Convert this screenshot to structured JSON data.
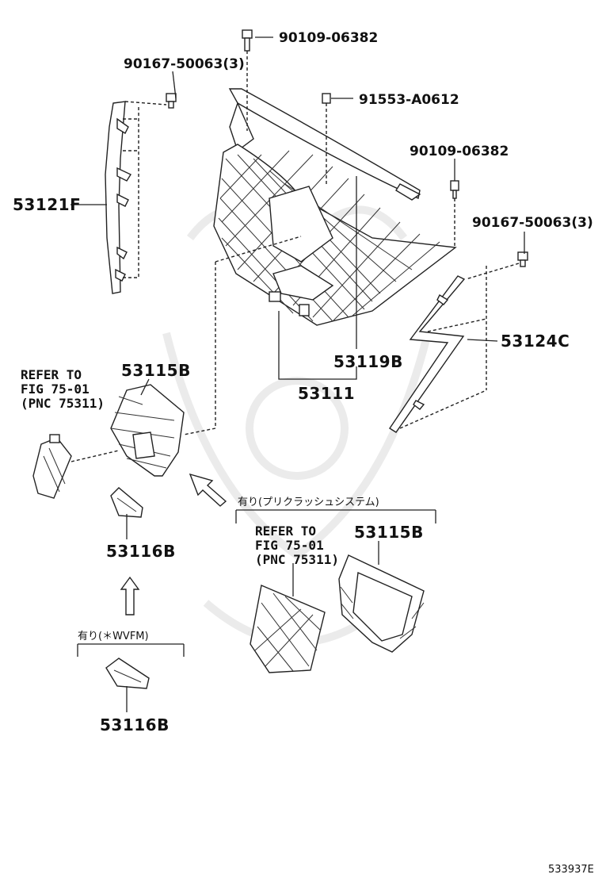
{
  "labels": {
    "bolt_top": "90109-06382",
    "clip_left": "90167-50063(3)",
    "nut_center": "91553-A0612",
    "bolt_right": "90109-06382",
    "clip_right": "90167-50063(3)",
    "molding_left": "53121F",
    "molding_right": "53124C",
    "grille_sub": "53119B",
    "grille_assy": "53111",
    "bracket_upper": "53115B",
    "bracket_lower": "53115B",
    "cover_mid": "53116B",
    "cover_bottom": "53116B",
    "diagram_code": "533937E"
  },
  "references": {
    "upper": [
      "REFER TO",
      "FIG 75-01",
      "(PNC 75311)"
    ],
    "lower": [
      "REFER TO",
      "FIG 75-01",
      "(PNC 75311)"
    ]
  },
  "notes": {
    "pre_crash": "有り(プリクラッシュシステム)",
    "wvfm": "有り(＊WVFM)"
  }
}
